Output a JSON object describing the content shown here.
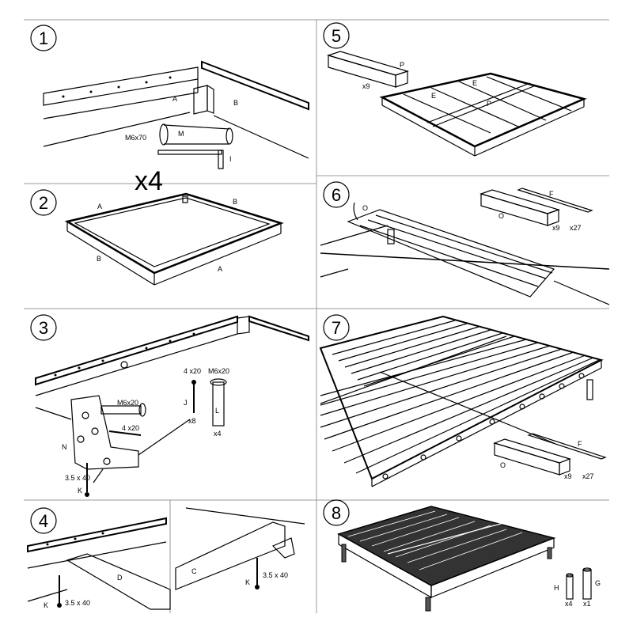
{
  "steps": [
    {
      "number": "1",
      "labels": {
        "a": "A",
        "b": "B",
        "m": "M",
        "m_size": "M6x70",
        "i": "I"
      }
    },
    {
      "number": "2",
      "multiplier": "x4",
      "labels": {
        "a_top": "A",
        "b_top": "B",
        "b_left": "B",
        "a_bottom": "A"
      }
    },
    {
      "number": "3",
      "labels": {
        "n": "N",
        "k": "K",
        "k_size": "3.5 x 40",
        "j": "J",
        "j_size": "4 x20",
        "j_count": "x8",
        "l": "L",
        "l_size": "M6x20",
        "l_count": "x4",
        "m6x20_callout": "M6x20",
        "four_x20_callout": "4 x20"
      }
    },
    {
      "number": "4",
      "labels": {
        "d": "D",
        "c": "C",
        "k_left": "K",
        "k_left_size": "3.5 x 40",
        "k_right": "K",
        "k_right_size": "3.5 x 40"
      }
    },
    {
      "number": "5",
      "labels": {
        "p": "P",
        "p_count": "x9",
        "e": "E",
        "e2": "E",
        "p_row": "P"
      }
    },
    {
      "number": "6",
      "labels": {
        "o": "O",
        "o_box": "O",
        "o_count": "x9",
        "f": "F",
        "f_count": "x27"
      }
    },
    {
      "number": "7",
      "labels": {
        "o": "O",
        "o_count": "x9",
        "f": "F",
        "f_count": "x27"
      }
    },
    {
      "number": "8",
      "labels": {
        "h": "H",
        "h_count": "x4",
        "g": "G",
        "g_count": "x1"
      }
    }
  ]
}
